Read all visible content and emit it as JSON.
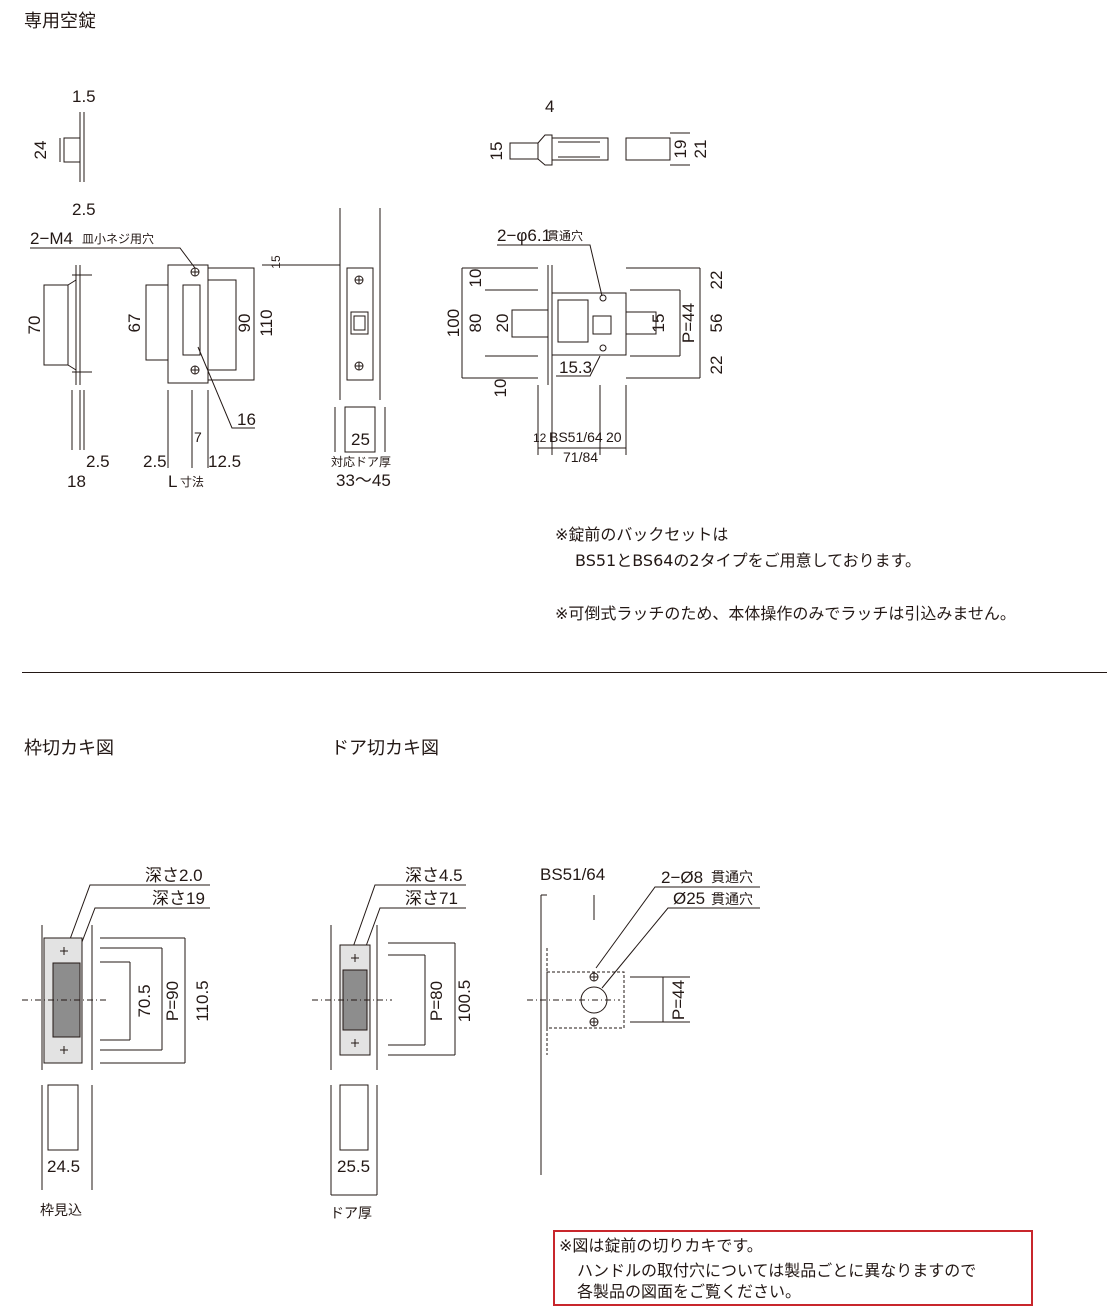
{
  "titles": {
    "main": "専用空錠",
    "frame_cut": "枠切カキ図",
    "door_cut": "ドア切カキ図"
  },
  "notes": {
    "backset_1": "※錠前のバックセットは",
    "backset_2": "BS51とBS64の2タイプをご用意しております。",
    "latch": "※可倒式ラッチのため、本体操作のみでラッチは引込みません。"
  },
  "box_note": {
    "line1": "※図は錠前の切りカキです。",
    "line2": "ハンドルの取付穴については製品ごとに異なりますので",
    "line3": "各製品の図面をご覧ください。"
  },
  "dims": {
    "strike": {
      "d1_5": "1.5",
      "d24": "24",
      "d2_5": "2.5",
      "screw": "2−M4",
      "screw_note": "皿小ネジ用穴",
      "d70": "70",
      "d67": "67",
      "d90": "90",
      "d110": "110",
      "d15": "15",
      "d16": "16",
      "d7": "7",
      "d2_5b": "2.5",
      "d2_5c": "2.5",
      "d12_5": "12.5",
      "d18": "18",
      "lsize": "L",
      "lsize_sub": "寸法",
      "d25": "25",
      "door_thk": "対応ドア厚",
      "door_range": "33〜45"
    },
    "lock": {
      "d4": "4",
      "d15": "15",
      "d19": "19",
      "d21": "21",
      "hole": "2−φ6.1",
      "hole_note": "貫通穴",
      "d10a": "10",
      "d100": "100",
      "d80": "80",
      "d20": "20",
      "d10b": "10",
      "d15b": "15",
      "p44": "P=44",
      "d22a": "22",
      "d56": "56",
      "d22b": "22",
      "d15_3": "15.3",
      "d12": "12",
      "bs": "BS51/64",
      "d20b": "20",
      "total": "71/84"
    },
    "frame": {
      "depth2": "深さ2.0",
      "depth19": "深さ19",
      "d70_5": "70.5",
      "p90": "P=90",
      "d110_5": "110.5",
      "d24_5": "24.5",
      "frame_depth": "枠見込"
    },
    "door": {
      "depth4_5": "深さ4.5",
      "depth71": "深さ71",
      "p80": "P=80",
      "d100_5": "100.5",
      "d25_5": "25.5",
      "door_thk": "ドア厚"
    },
    "hole": {
      "bs": "BS51/64",
      "h8": "2−Ø8",
      "h8_note": "貫通穴",
      "h25": "Ø25",
      "h25_note": "貫通穴",
      "p44": "P=44"
    }
  }
}
